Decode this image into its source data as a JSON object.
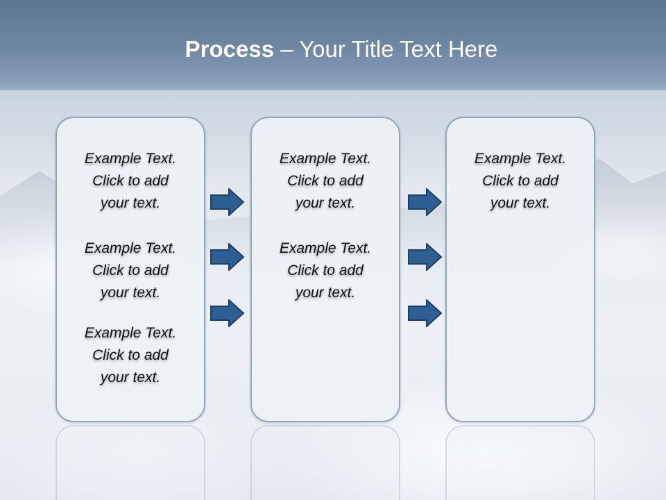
{
  "title": {
    "bold": "Process",
    "rest": " – Your Title Text Here"
  },
  "columns": [
    {
      "blocks": [
        [
          "Example Text.",
          "Click  to add",
          "your text."
        ],
        [
          "Example Text.",
          "Click  to add",
          "your text."
        ],
        [
          "Example Text.",
          "Click  to add",
          "your text."
        ]
      ]
    },
    {
      "blocks": [
        [
          "Example Text.",
          "Click  to add",
          "your text."
        ],
        [
          "Example Text.",
          "Click  to add",
          "your text."
        ]
      ]
    },
    {
      "blocks": [
        [
          "Example Text.",
          "Click  to add",
          "your text."
        ]
      ]
    }
  ],
  "icons": {
    "arrow": "right-arrow-icon"
  },
  "colors": {
    "title_band": "#6f88a4",
    "panel_border": "#8fa6bf",
    "panel_fill": "#ecf1f6",
    "arrow_fill": "#2e5f93",
    "arrow_stroke": "#1c3f66"
  }
}
